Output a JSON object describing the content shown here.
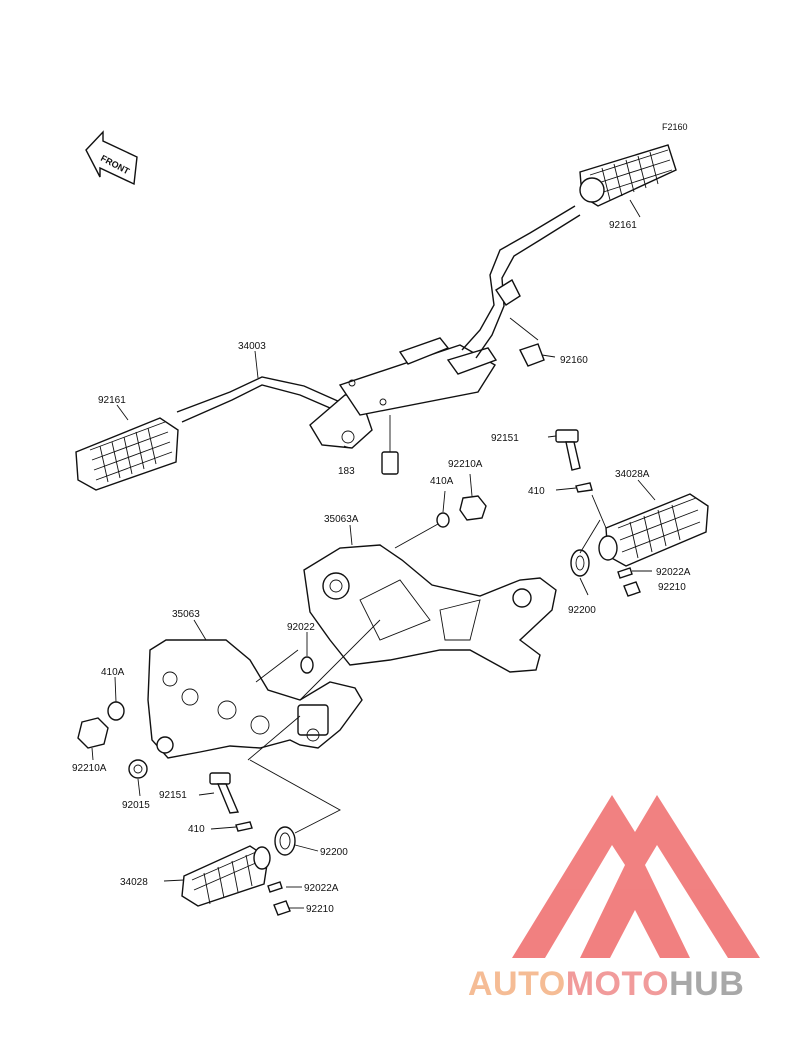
{
  "diagram": {
    "ref_code": "F2160",
    "front_label": "FRONT",
    "parts": {
      "p34003": "34003",
      "p92161_left": "92161",
      "p92161_right": "92161",
      "p92160": "92160",
      "p183": "183",
      "p92151_upper": "92151",
      "p92210A_upper": "92210A",
      "p410A_upper": "410A",
      "p410_upper": "410",
      "p34028A": "34028A",
      "p35063A": "35063A",
      "p92022A_upper": "92022A",
      "p92210_upper": "92210",
      "p92200_upper": "92200",
      "p35063": "35063",
      "p92022": "92022",
      "p410A_lower": "410A",
      "p92210A_lower": "92210A",
      "p92015": "92015",
      "p92151_lower": "92151",
      "p410_lower": "410",
      "p92200_lower": "92200",
      "p34028": "34028",
      "p92022A_lower": "92022A",
      "p92210_lower": "92210"
    }
  },
  "watermark": {
    "word_auto": "AUTO",
    "word_moto": "MOTO",
    "word_hub": "HUB",
    "colors": {
      "auto": "#f4b183",
      "moto": "#ef8a8a",
      "hub": "#9a9a9a",
      "logo": "#ef6b6b"
    }
  }
}
